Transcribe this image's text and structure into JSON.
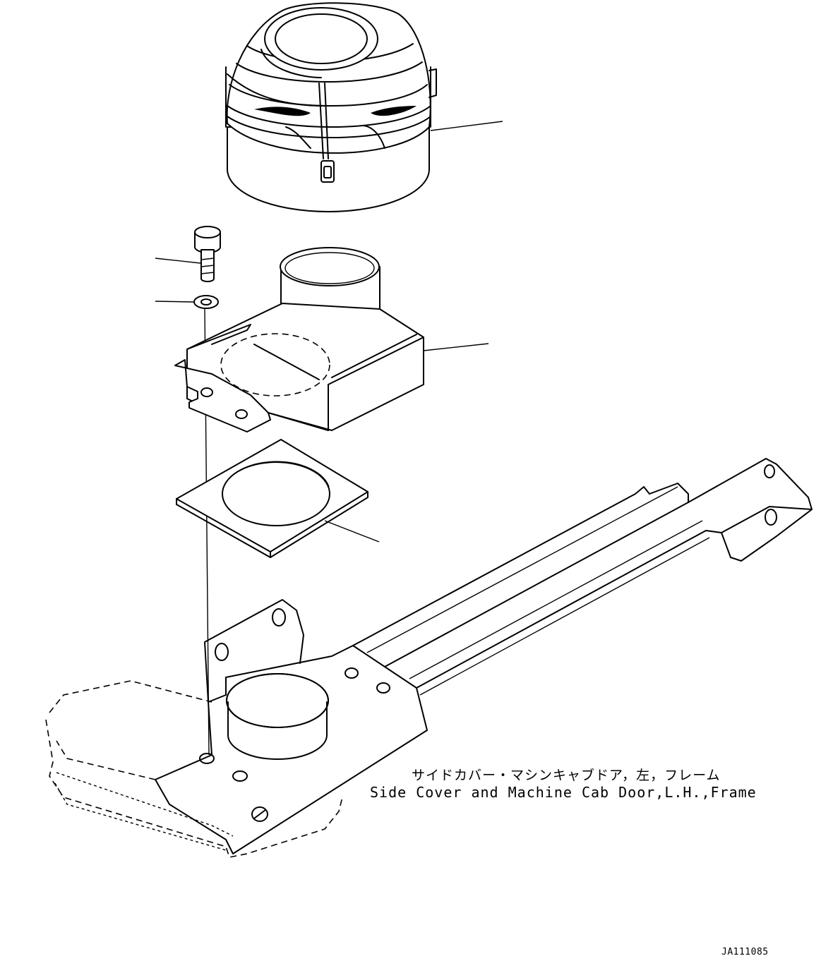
{
  "caption": {
    "japanese": "サイドカバー・マシンキャブドア，左，フレーム",
    "english": "Side Cover and Machine Cab Door,L.H.,Frame"
  },
  "drawing_code": "JA111085",
  "parts": [
    {
      "name": "cap-dome-icon"
    },
    {
      "name": "bolt-icon"
    },
    {
      "name": "washer-icon"
    },
    {
      "name": "bracket-duct-icon"
    },
    {
      "name": "gasket-plate-icon"
    },
    {
      "name": "frame-beam-icon"
    }
  ]
}
